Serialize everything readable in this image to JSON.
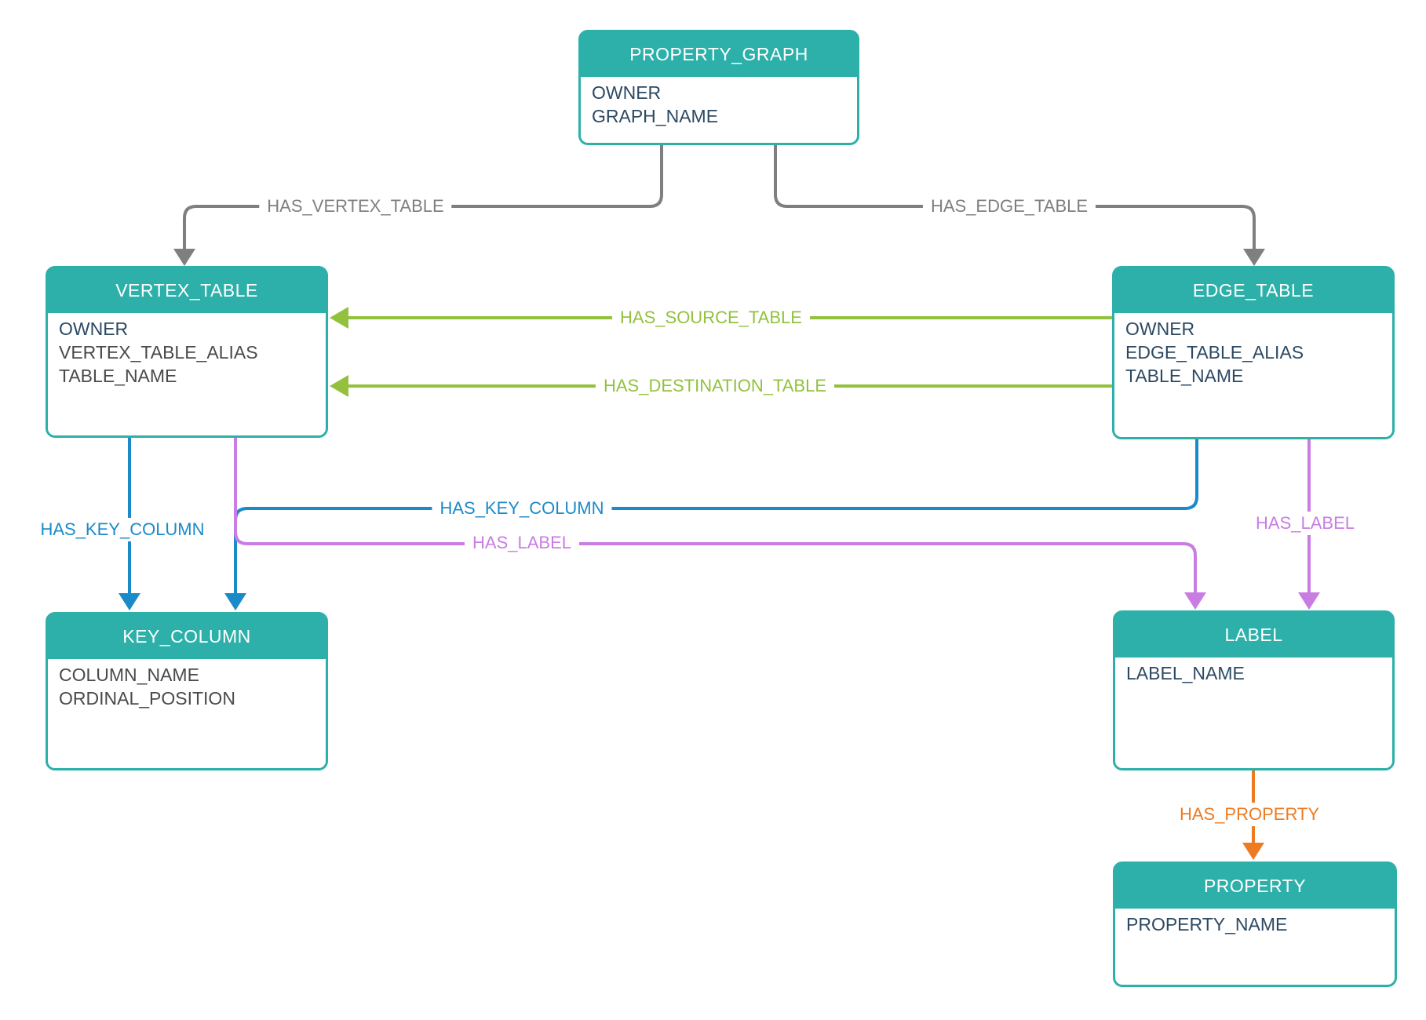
{
  "colors": {
    "teal": "#2CB0A9",
    "navy": "#2C4963",
    "muted": "#4A4A4A",
    "line_gray": "#7F7F7F",
    "green": "#93C13E",
    "blue": "#1B8AC9",
    "purple": "#C97DE2",
    "orange": "#ED7B22"
  },
  "entities": {
    "property_graph": {
      "title": "PROPERTY_GRAPH",
      "fields": [
        {
          "text": "OWNER",
          "tone": "navy"
        },
        {
          "text": "GRAPH_NAME",
          "tone": "navy"
        }
      ]
    },
    "vertex_table": {
      "title": "VERTEX_TABLE",
      "fields": [
        {
          "text": "OWNER",
          "tone": "navy"
        },
        {
          "text": "VERTEX_TABLE_ALIAS",
          "tone": "muted"
        },
        {
          "text": "TABLE_NAME",
          "tone": "muted"
        }
      ]
    },
    "edge_table": {
      "title": "EDGE_TABLE",
      "fields": [
        {
          "text": "OWNER",
          "tone": "navy"
        },
        {
          "text": "EDGE_TABLE_ALIAS",
          "tone": "navy"
        },
        {
          "text": "TABLE_NAME",
          "tone": "navy"
        }
      ]
    },
    "key_column": {
      "title": "KEY_COLUMN",
      "fields": [
        {
          "text": "COLUMN_NAME",
          "tone": "muted"
        },
        {
          "text": "ORDINAL_POSITION",
          "tone": "muted"
        }
      ]
    },
    "label": {
      "title": "LABEL",
      "fields": [
        {
          "text": "LABEL_NAME",
          "tone": "navy"
        }
      ]
    },
    "property": {
      "title": "PROPERTY",
      "fields": [
        {
          "text": "PROPERTY_NAME",
          "tone": "navy"
        }
      ]
    }
  },
  "edges": {
    "has_vertex_table": {
      "label": "HAS_VERTEX_TABLE",
      "color": "gray"
    },
    "has_edge_table": {
      "label": "HAS_EDGE_TABLE",
      "color": "gray"
    },
    "has_source_table": {
      "label": "HAS_SOURCE_TABLE",
      "color": "green"
    },
    "has_destination_table": {
      "label": "HAS_DESTINATION_TABLE",
      "color": "green"
    },
    "has_key_column_left": {
      "label": "HAS_KEY_COLUMN",
      "color": "blue"
    },
    "has_key_column_cross": {
      "label": "HAS_KEY_COLUMN",
      "color": "blue"
    },
    "has_label_cross": {
      "label": "HAS_LABEL",
      "color": "purple"
    },
    "has_label_right": {
      "label": "HAS_LABEL",
      "color": "purple"
    },
    "has_property": {
      "label": "HAS_PROPERTY",
      "color": "orange"
    }
  }
}
